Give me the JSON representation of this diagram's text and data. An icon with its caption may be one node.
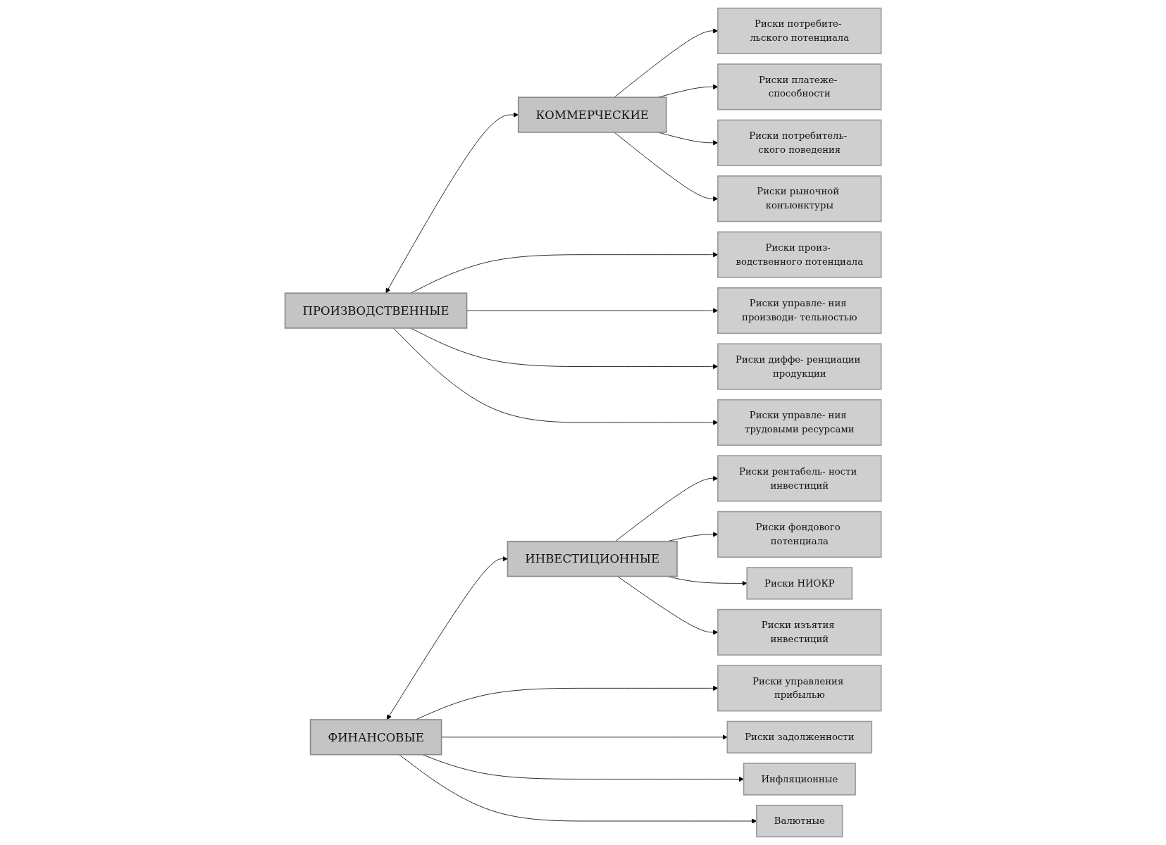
{
  "diagram": {
    "nodes": [
      {
        "text": [
          "ПРОИЗВОДСТВЕННЫЕ"
        ]
      },
      {
        "text": [
          "КОММЕРЧЕСКИЕ"
        ]
      },
      {
        "text": [
          "Риски произ- водственного потенциала"
        ]
      },
      {
        "text": [
          "Риски управле- ния производи- тельностью"
        ]
      },
      {
        "text": [
          "Риски потребите- льского потенциала"
        ]
      },
      {
        "text": [
          "Риски платеже- способности"
        ]
      },
      {
        "text": [
          "Риски диффе- ренциации продукции"
        ]
      },
      {
        "text": [
          "Риски управле- ния трудовыми ресурсами"
        ]
      },
      {
        "text": [
          "Риски потребитель- ского поведения"
        ]
      },
      {
        "text": [
          "Риски рыночной конъюнктуры"
        ]
      },
      {
        "text": [
          "ФИНАНСОВЫЕ"
        ]
      },
      {
        "text": [
          "ИНВЕСТИЦИОННЫЕ"
        ]
      },
      {
        "text": [
          "Риски управления прибылью"
        ]
      },
      {
        "text": [
          "Риски задолженности"
        ]
      },
      {
        "text": [
          "Риски рентабель- ности инвестиций"
        ]
      },
      {
        "text": [
          "Риски фондового потенциала"
        ]
      },
      {
        "text": [
          "Инфляционные"
        ]
      },
      {
        "text": [
          "Валютные"
        ]
      },
      {
        "text": [
          "Риски НИОКР"
        ]
      },
      {
        "text": [
          "Риски изъятия инвестиций"
        ]
      }
    ],
    "edges": [
      {
        "from": 0,
        "to": 1,
        "arrow": "both"
      },
      {
        "from": 0,
        "to": 2,
        "arrow": "to"
      },
      {
        "from": 0,
        "to": 3,
        "arrow": "to"
      },
      {
        "from": 0,
        "to": 6,
        "arrow": "to"
      },
      {
        "from": 0,
        "to": 7,
        "arrow": "to"
      },
      {
        "from": 1,
        "to": 4,
        "arrow": "to"
      },
      {
        "from": 1,
        "to": 5,
        "arrow": "to"
      },
      {
        "from": 1,
        "to": 8,
        "arrow": "to"
      },
      {
        "from": 1,
        "to": 9,
        "arrow": "to"
      },
      {
        "from": 10,
        "to": 11,
        "arrow": "both"
      },
      {
        "from": 10,
        "to": 12,
        "arrow": "to"
      },
      {
        "from": 10,
        "to": 13,
        "arrow": "to"
      },
      {
        "from": 10,
        "to": 16,
        "arrow": "to"
      },
      {
        "from": 10,
        "to": 17,
        "arrow": "to"
      },
      {
        "from": 11,
        "to": 14,
        "arrow": "to"
      },
      {
        "from": 11,
        "to": 15,
        "arrow": "to"
      },
      {
        "from": 11,
        "to": 18,
        "arrow": "to"
      },
      {
        "from": 11,
        "to": 19,
        "arrow": "to"
      }
    ]
  }
}
